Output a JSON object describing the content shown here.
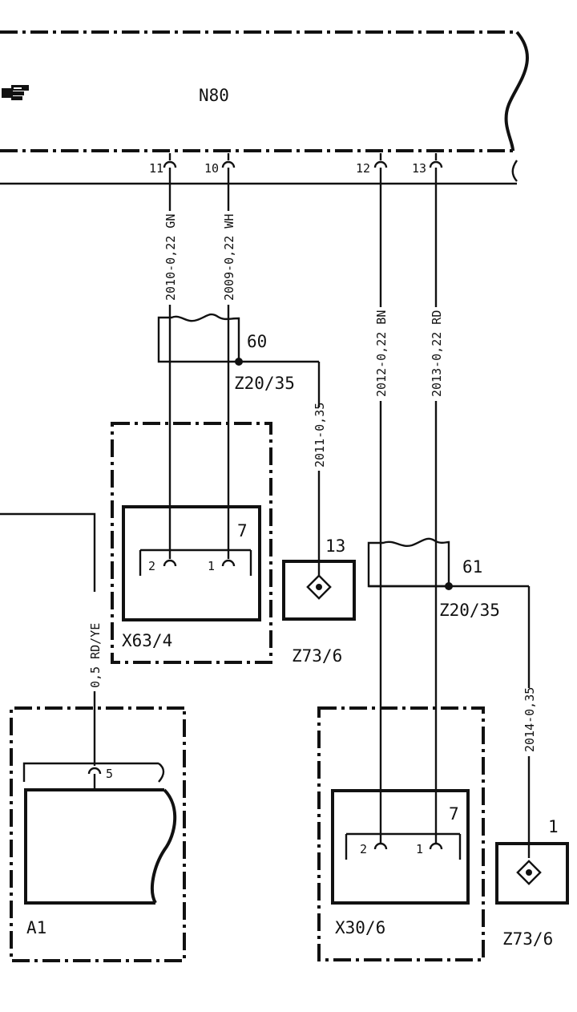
{
  "ecu": {
    "name": "N80"
  },
  "top_pins": [
    "11",
    "10",
    "12",
    "13"
  ],
  "wires": {
    "w2010": "2010-0,22 GN",
    "w2009": "2009-0,22 WH",
    "w2012": "2012-0,22 BN",
    "w2013": "2013-0,22 RD",
    "w2011": "2011-0,35",
    "w2014": "2014-0,35",
    "w05": "0,5 RD/YE"
  },
  "splices": [
    {
      "number": "60",
      "name": "Z20/35"
    },
    {
      "number": "61",
      "name": "Z20/35"
    }
  ],
  "connectors": {
    "x63": {
      "name": "X63/4",
      "pin_a": "2",
      "pin_b": "1",
      "pin_c": "7"
    },
    "x30": {
      "name": "X30/6",
      "pin_a": "2",
      "pin_b": "1",
      "pin_c": "7"
    }
  },
  "grounds": [
    {
      "number": "13",
      "name": "Z73/6"
    },
    {
      "number": "1",
      "name": "Z73/6"
    }
  ],
  "module_a1": {
    "name": "A1",
    "pin": "5"
  }
}
